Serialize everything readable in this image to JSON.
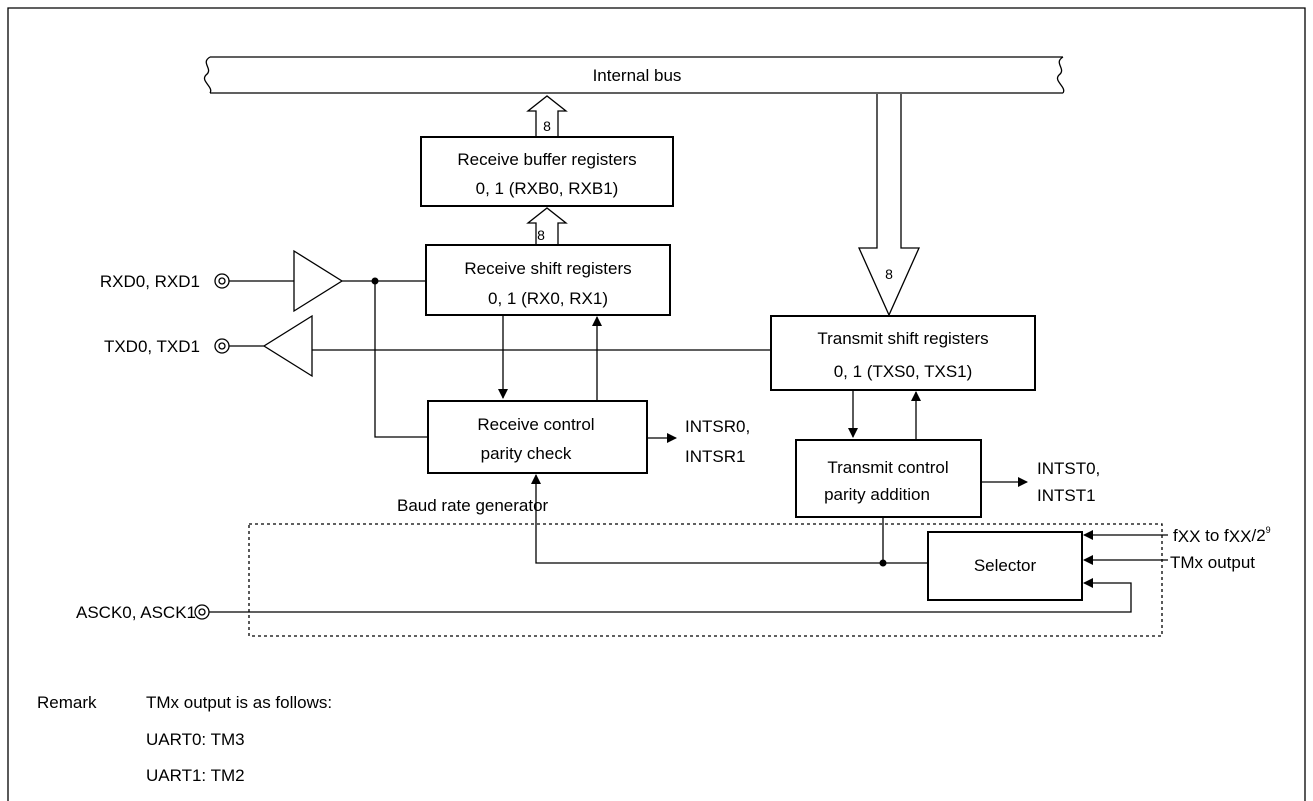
{
  "bus": {
    "label": "Internal bus"
  },
  "rx_buffer": {
    "line1": "Receive buffer registers",
    "line2": "0, 1 (RXB0, RXB1)"
  },
  "rx_shift": {
    "line1": "Receive shift registers",
    "line2": "0, 1 (RX0, RX1)"
  },
  "tx_shift": {
    "line1": "Transmit shift registers",
    "line2": "0, 1 (TXS0, TXS1)"
  },
  "rx_control": {
    "line1": "Receive control",
    "line2": "parity check"
  },
  "tx_control": {
    "line1": "Transmit control",
    "line2": "parity addition"
  },
  "selector": {
    "label": "Selector"
  },
  "brg": {
    "label": "Baud rate generator"
  },
  "bus_widths": {
    "rxb_to_bus": "8",
    "shift_to_rxb": "8",
    "bus_to_txs": "8"
  },
  "pins": {
    "rxd": "RXD0, RXD1",
    "txd": "TXD0, TXD1",
    "asck": "ASCK0, ASCK1"
  },
  "interrupts": {
    "rx_1": "INTSR0,",
    "rx_2": "INTSR1",
    "tx_1": "INTST0,",
    "tx_2": "INTST1"
  },
  "selector_inputs": {
    "clock_f1": "f",
    "clock_sub1": "XX",
    "clock_to": " to ",
    "clock_f2": "f",
    "clock_sub2": "XX",
    "clock_div": "/2",
    "clock_exp": "9",
    "tmx": "TMx output"
  },
  "remark": {
    "title": "Remark",
    "line1": "TMx output is as follows:",
    "line2": "UART0: TM3",
    "line3": "UART1: TM2"
  }
}
